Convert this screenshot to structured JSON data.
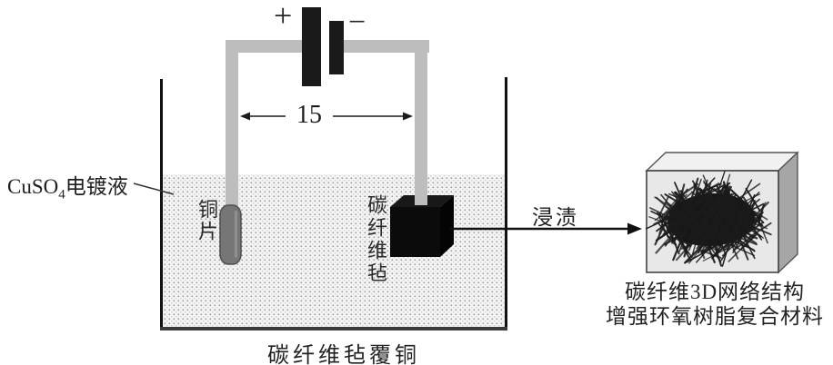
{
  "diagram": {
    "battery": {
      "plus_label": "+",
      "minus_label": "−"
    },
    "dimension": {
      "value": "15"
    },
    "labels": {
      "electrolyte_formula": "CuSO",
      "electrolyte_formula_sub": "4",
      "electrolyte_suffix": "电镀液",
      "copper_sheet": "铜片",
      "carbon_felt": "碳纤维毡",
      "immersion": "浸渍",
      "tank_caption": "碳纤维毡覆铜",
      "product_line1": "碳纤维3D网络结构",
      "product_line2": "增强环氧树脂复合材料"
    },
    "colors": {
      "wire": "#bdbdbd",
      "battery_plate": "#1a1a1a",
      "copper_electrode": "#767676",
      "copper_electrode_edge": "#4f4f4f",
      "felt_front": "#0b0b0b",
      "felt_top": "#181818",
      "felt_side": "#040404",
      "tank_wall": "#111111",
      "arrow": "#111111",
      "box_front": "#e8e8e8",
      "box_top": "#f1f1f1",
      "box_side": "#a6a6a6",
      "box_edge": "#555555",
      "fiber": "#1b1b1b"
    }
  }
}
